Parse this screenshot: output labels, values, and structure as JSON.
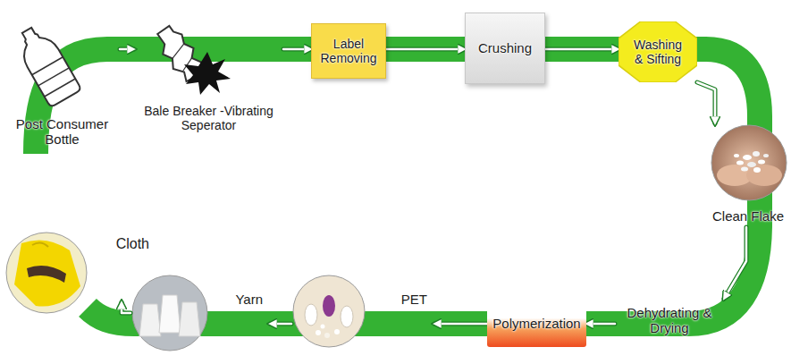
{
  "diagram": {
    "nodes": [
      {
        "text": [
          "Post Consumer Bottle"
        ]
      },
      {
        "text": [
          "Bale Breaker -Vibrating Seperator"
        ]
      },
      {
        "text": [
          "Label Removing"
        ]
      },
      {
        "text": [
          "Crushing"
        ]
      },
      {
        "text": [
          "Washing & Sifting"
        ]
      },
      {
        "text": [
          "Clean Flake"
        ]
      },
      {
        "text": [
          "Dehydrating & Drying"
        ]
      },
      {
        "text": [
          "Polymerization"
        ]
      },
      {
        "text": [
          "PET"
        ]
      },
      {
        "text": [
          "Yarn"
        ]
      },
      {
        "text": [
          "Cloth"
        ]
      }
    ],
    "edges": [
      {
        "from": 0,
        "to": 1,
        "arrow": "to"
      },
      {
        "from": 1,
        "to": 2,
        "arrow": "to"
      },
      {
        "from": 2,
        "to": 3,
        "arrow": "to"
      },
      {
        "from": 3,
        "to": 4,
        "arrow": "to"
      },
      {
        "from": 4,
        "to": 5,
        "arrow": "to"
      },
      {
        "from": 5,
        "to": 6,
        "arrow": "to"
      },
      {
        "from": 6,
        "to": 7,
        "arrow": "to"
      },
      {
        "from": 7,
        "to": 8,
        "arrow": "to"
      },
      {
        "from": 8,
        "to": 9,
        "arrow": "to"
      },
      {
        "from": 9,
        "to": 10,
        "arrow": "to"
      }
    ]
  }
}
